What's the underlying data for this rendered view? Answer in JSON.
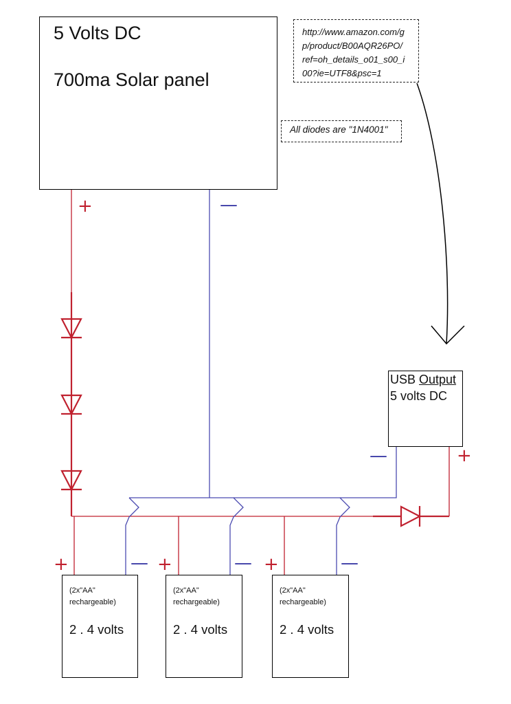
{
  "solar_panel": {
    "voltage_label": "5 Volts DC",
    "description": "700ma Solar panel"
  },
  "product_link_note": {
    "url": "http://www.amazon.com/gp/product/B00AQR26PO/ref=oh_details_o01_s00_i00?ie=UTF8&psc=1"
  },
  "diode_note": {
    "text": "All diodes are \"1N4001\""
  },
  "usb_output": {
    "label_prefix": "USB ",
    "label_underlined": "Output",
    "voltage": "5 volts DC"
  },
  "batteries": [
    {
      "type": "(2x\"AA\" rechargeable)",
      "voltage": "2 . 4 volts"
    },
    {
      "type": "(2x\"AA\" rechargeable)",
      "voltage": "2 . 4 volts"
    },
    {
      "type": "(2x\"AA\" rechargeable)",
      "voltage": "2 . 4 volts"
    }
  ],
  "polarity": {
    "positive": "+",
    "negative": "—"
  },
  "colors": {
    "positive_wire": "#c0212f",
    "negative_wire": "#4a4ab0",
    "outline": "#000000"
  }
}
